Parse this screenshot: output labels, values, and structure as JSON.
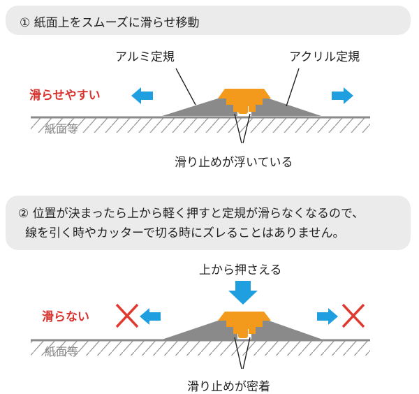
{
  "section1": {
    "caption": "① 紙面上をスムーズに滑らせ移動",
    "label_aluminum": "アルミ定規",
    "label_acrylic": "アクリル定規",
    "label_slides": "滑らせやすい",
    "label_surface": "紙面等",
    "label_stopper": "滑り止めが浮いている"
  },
  "section2": {
    "caption_line1": "② 位置が決まったら上から軽く押すと定規が滑らなくなるので、",
    "caption_line2": "線を引く時やカッターで切る時にズレることはありません。",
    "label_press": "上から押さえる",
    "label_no_slide": "滑らない",
    "label_surface": "紙面等",
    "label_stopper": "滑り止めが密着"
  },
  "colors": {
    "red_text": "#d7322d",
    "arrow_blue": "#1f9ee0",
    "cross_red": "#e03a2f",
    "ruler_gray": "#8a8a8a",
    "connector_orange": "#f39a1c"
  }
}
